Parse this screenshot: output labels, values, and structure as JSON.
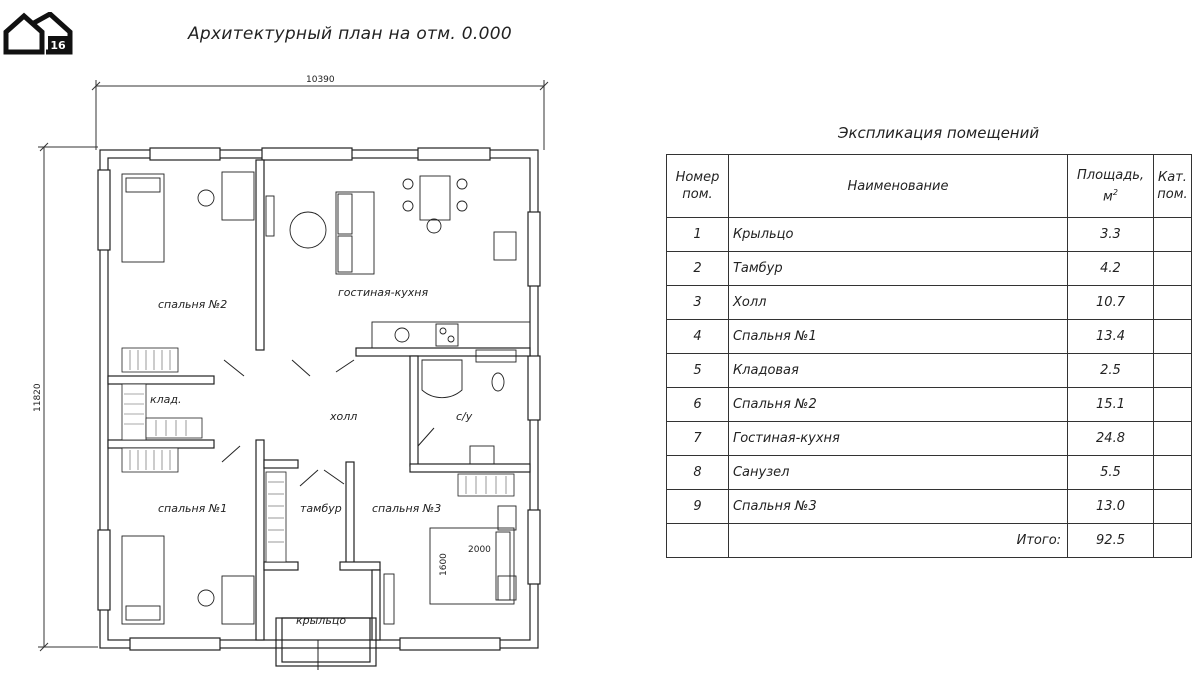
{
  "title": "Архитектурный план на отм. 0.000",
  "logo": {
    "badge": "16",
    "icon": "house-logo-icon"
  },
  "plan": {
    "dim_width": "10390",
    "dim_height": "11820",
    "rooms": {
      "bedroom2": "спальня №2",
      "living": "гостиная-кухня",
      "storage": "клад.",
      "hall": "холл",
      "bath": "с/у",
      "bedroom1": "спальня №1",
      "vestibule": "тамбур",
      "bedroom3": "спальня №3",
      "porch": "крыльцо"
    },
    "bed_dim_w": "2000",
    "bed_dim_h": "1600"
  },
  "table": {
    "title": "Экспликация помещений",
    "headers": {
      "num": [
        "Номер",
        "пом."
      ],
      "name": "Наименование",
      "area": [
        "Площадь,",
        "м",
        "2"
      ],
      "cat": [
        "Кат.",
        "пом."
      ]
    },
    "rows": [
      {
        "num": "1",
        "name": "Крыльцо",
        "area": "3.3"
      },
      {
        "num": "2",
        "name": "Тамбур",
        "area": "4.2"
      },
      {
        "num": "3",
        "name": "Холл",
        "area": "10.7"
      },
      {
        "num": "4",
        "name": "Спальня №1",
        "area": "13.4"
      },
      {
        "num": "5",
        "name": "Кладовая",
        "area": "2.5"
      },
      {
        "num": "6",
        "name": "Спальня №2",
        "area": "15.1"
      },
      {
        "num": "7",
        "name": "Гостиная-кухня",
        "area": "24.8"
      },
      {
        "num": "8",
        "name": "Санузел",
        "area": "5.5"
      },
      {
        "num": "9",
        "name": "Спальня №3",
        "area": "13.0"
      }
    ],
    "total_label": "Итого:",
    "total_value": "92.5"
  }
}
